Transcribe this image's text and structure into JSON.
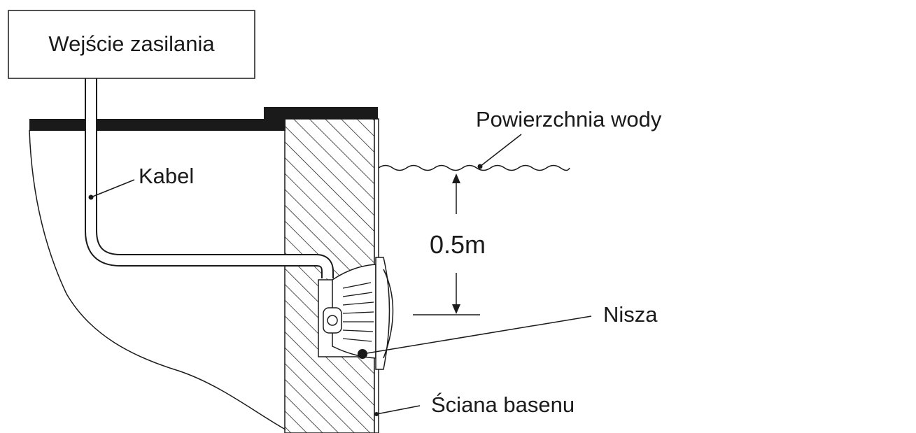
{
  "labels": {
    "power_input": "Wejście zasilania",
    "cable": "Kabel",
    "water_surface": "Powierzchnia wody",
    "depth": "0.5m",
    "niche": "Nisza",
    "pool_wall": "Ściana basenu"
  },
  "colors": {
    "line": "#1a1a1a",
    "fill": "#ffffff"
  }
}
